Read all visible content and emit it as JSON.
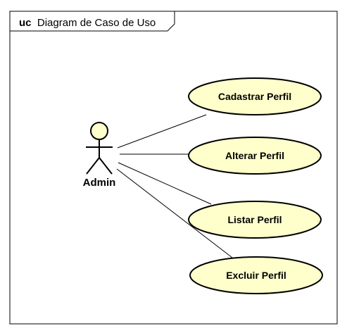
{
  "frame": {
    "keyword": "uc",
    "title": "Diagram de Caso de Uso"
  },
  "actor": {
    "name": "Admin"
  },
  "use_cases": [
    {
      "label": "Cadastrar Perfil"
    },
    {
      "label": "Alterar Perfil"
    },
    {
      "label": "Listar Perfil"
    },
    {
      "label": "Excluir Perfil"
    }
  ],
  "colors": {
    "use_case_fill": "#FFFFCC",
    "actor_head_fill": "#FFFFCC",
    "stroke": "#000000",
    "background": "#FFFFFF"
  }
}
